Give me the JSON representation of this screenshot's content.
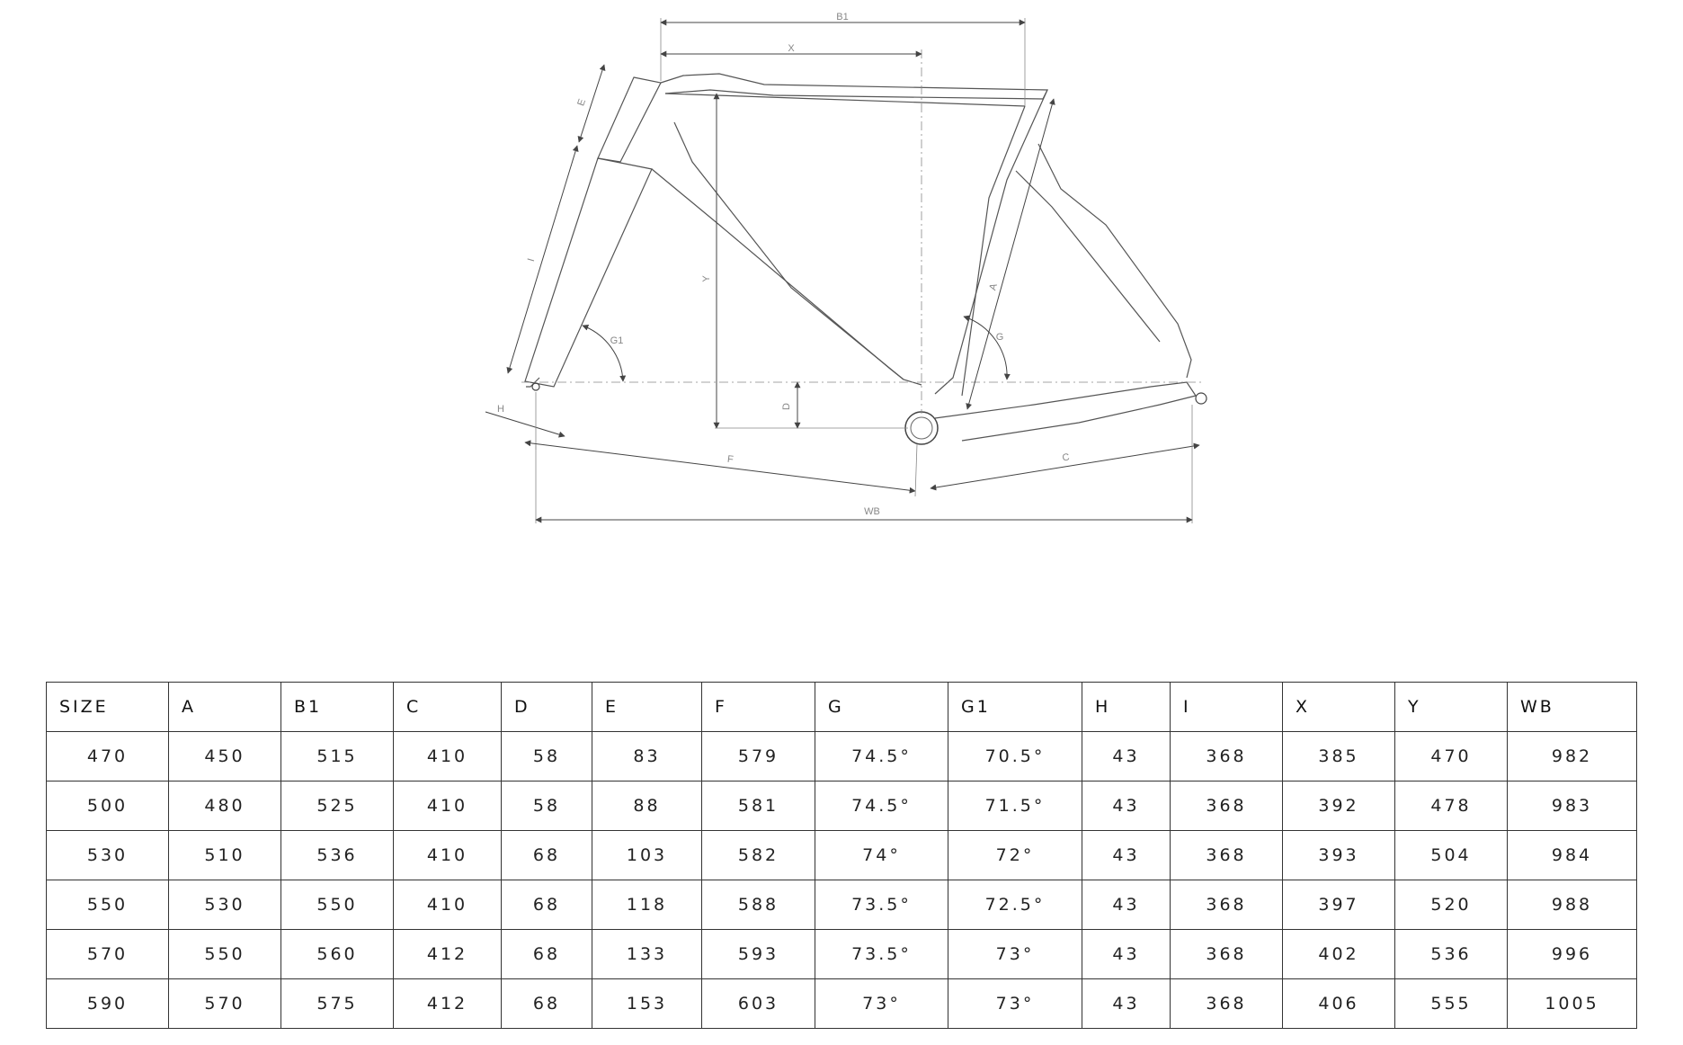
{
  "diagram": {
    "labels": {
      "b1": "B1",
      "x": "X",
      "e": "E",
      "y": "Y",
      "i": "I",
      "a": "A",
      "g1": "G1",
      "g": "G",
      "d": "D",
      "h": "H",
      "f": "F",
      "c": "C",
      "wb": "WB"
    }
  },
  "table": {
    "headers": [
      "SIZE",
      "A",
      "B1",
      "C",
      "D",
      "E",
      "F",
      "G",
      "G1",
      "H",
      "I",
      "X",
      "Y",
      "WB"
    ],
    "rows": [
      [
        "470",
        "450",
        "515",
        "410",
        "58",
        "83",
        "579",
        "74.5°",
        "70.5°",
        "43",
        "368",
        "385",
        "470",
        "982"
      ],
      [
        "500",
        "480",
        "525",
        "410",
        "58",
        "88",
        "581",
        "74.5°",
        "71.5°",
        "43",
        "368",
        "392",
        "478",
        "983"
      ],
      [
        "530",
        "510",
        "536",
        "410",
        "68",
        "103",
        "582",
        "74°",
        "72°",
        "43",
        "368",
        "393",
        "504",
        "984"
      ],
      [
        "550",
        "530",
        "550",
        "410",
        "68",
        "118",
        "588",
        "73.5°",
        "72.5°",
        "43",
        "368",
        "397",
        "520",
        "988"
      ],
      [
        "570",
        "550",
        "560",
        "412",
        "68",
        "133",
        "593",
        "73.5°",
        "73°",
        "43",
        "368",
        "402",
        "536",
        "996"
      ],
      [
        "590",
        "570",
        "575",
        "412",
        "68",
        "153",
        "603",
        "73°",
        "73°",
        "43",
        "368",
        "406",
        "555",
        "1005"
      ]
    ]
  }
}
